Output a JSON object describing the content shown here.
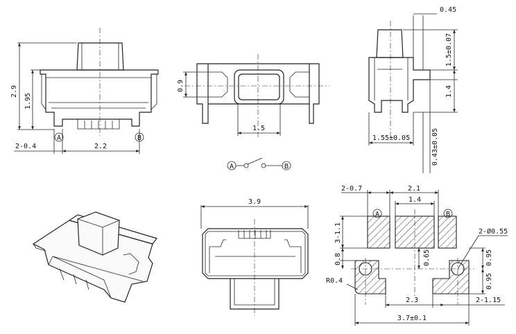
{
  "front_view": {
    "height_total": "2.9",
    "height_body": "1.95",
    "pin_width": "2-0.4",
    "pin_pitch": "2.2",
    "terminal_a": "A",
    "terminal_b": "B"
  },
  "top_view": {
    "width": "0.9",
    "actuator": "1.5"
  },
  "side_view": {
    "offset_top": "0.45",
    "height_actuator": "1.5±0.07",
    "height_body": "1.4",
    "depth": "1.55±0.05",
    "standoff": "0.43±0.05"
  },
  "schematic": {
    "terminal_a": "A",
    "terminal_b": "B"
  },
  "bottom_view": {
    "width": "3.9"
  },
  "pcb_layout": {
    "pad_width": "2-0.7",
    "pad_span": "2.1",
    "center_width": "1.4",
    "pad_height": "3-1.1",
    "gap": "0.8",
    "center_offset": "0.65",
    "hole": "2-Ø0.55",
    "right_upper": "0.95",
    "right_lower": "0.95",
    "corner_radius": "R0.4",
    "hole_pitch": "2.3",
    "side_pad": "2-1.15",
    "total_width": "3.7±0.1",
    "terminal_a": "A",
    "terminal_b": "B"
  }
}
